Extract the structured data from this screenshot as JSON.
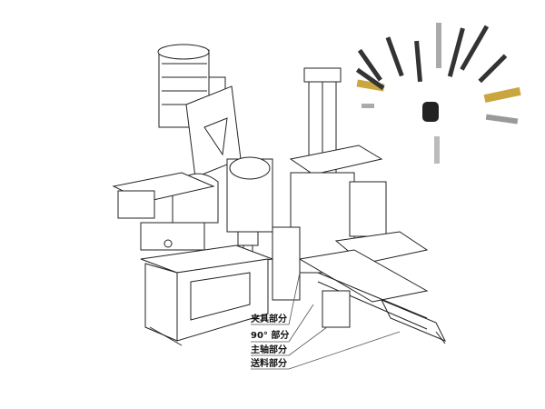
{
  "labels": {
    "fixture": "夹具部分",
    "ninety": "90° 部分",
    "spindle": "主轴部分",
    "feeding": "送料部分"
  },
  "colors": {
    "line": "#222222",
    "brass": "#c9a640",
    "steel": "#888888",
    "dark": "#2a2a2a"
  }
}
